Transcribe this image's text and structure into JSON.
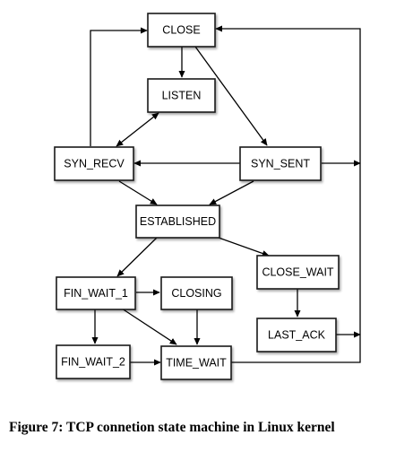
{
  "diagram": {
    "states": {
      "close": "CLOSE",
      "listen": "LISTEN",
      "syn_recv": "SYN_RECV",
      "syn_sent": "SYN_SENT",
      "established": "ESTABLISHED",
      "fin_wait_1": "FIN_WAIT_1",
      "closing": "CLOSING",
      "close_wait": "CLOSE_WAIT",
      "last_ack": "LAST_ACK",
      "fin_wait_2": "FIN_WAIT_2",
      "time_wait": "TIME_WAIT"
    },
    "transitions": [
      {
        "from": "CLOSE",
        "to": "LISTEN"
      },
      {
        "from": "CLOSE",
        "to": "SYN_SENT"
      },
      {
        "from": "LISTEN",
        "to": "SYN_RECV"
      },
      {
        "from": "SYN_RECV",
        "to": "LISTEN"
      },
      {
        "from": "SYN_SENT",
        "to": "SYN_RECV"
      },
      {
        "from": "SYN_RECV",
        "to": "CLOSE"
      },
      {
        "from": "SYN_RECV",
        "to": "ESTABLISHED"
      },
      {
        "from": "SYN_SENT",
        "to": "ESTABLISHED"
      },
      {
        "from": "SYN_SENT",
        "to": "CLOSE"
      },
      {
        "from": "ESTABLISHED",
        "to": "FIN_WAIT_1"
      },
      {
        "from": "ESTABLISHED",
        "to": "CLOSE_WAIT"
      },
      {
        "from": "FIN_WAIT_1",
        "to": "CLOSING"
      },
      {
        "from": "FIN_WAIT_1",
        "to": "FIN_WAIT_2"
      },
      {
        "from": "FIN_WAIT_1",
        "to": "TIME_WAIT"
      },
      {
        "from": "CLOSING",
        "to": "TIME_WAIT"
      },
      {
        "from": "FIN_WAIT_2",
        "to": "TIME_WAIT"
      },
      {
        "from": "CLOSE_WAIT",
        "to": "LAST_ACK"
      },
      {
        "from": "LAST_ACK",
        "to": "CLOSE"
      },
      {
        "from": "TIME_WAIT",
        "to": "CLOSE"
      }
    ]
  },
  "caption": {
    "text": "Figure 7:  TCP connetion state machine in Linux kernel"
  }
}
